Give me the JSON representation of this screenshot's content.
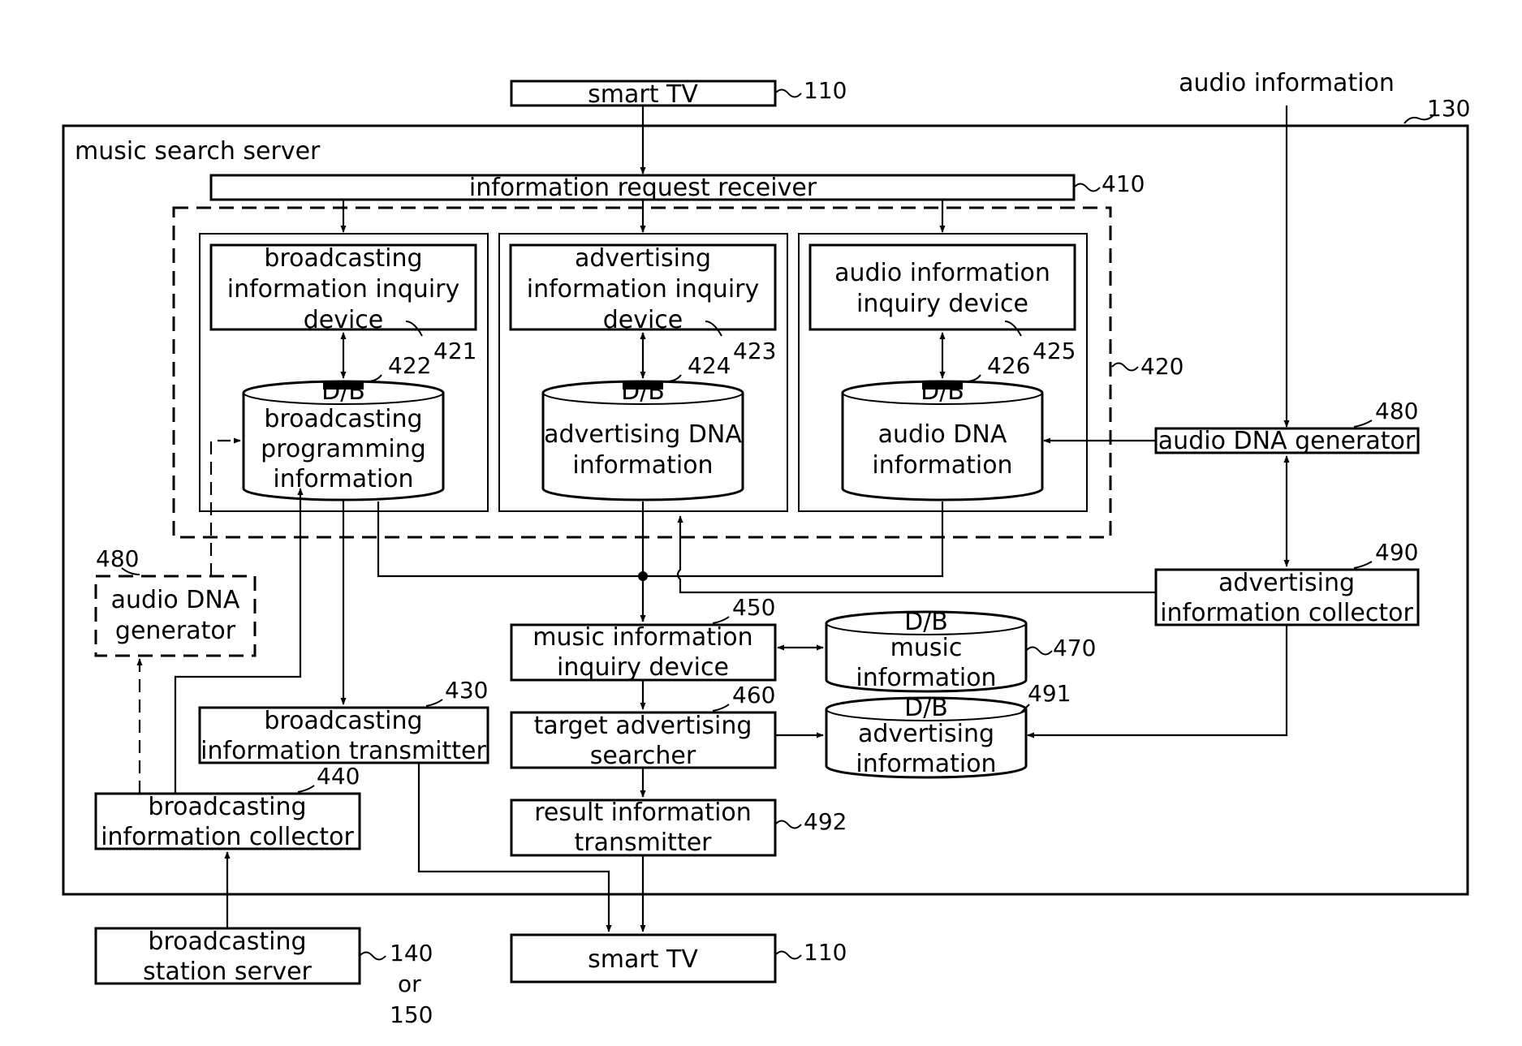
{
  "labels": {
    "server_title": "music search server",
    "audio_information": "audio information",
    "smart_tv_top": "smart TV",
    "smart_tv_bottom": "smart TV",
    "info_request_receiver": "information request receiver",
    "broadcasting_inquiry": [
      "broadcasting",
      "information inquiry",
      "device"
    ],
    "advertising_inquiry": [
      "advertising",
      "information inquiry",
      "device"
    ],
    "audio_inquiry": [
      "audio information",
      "inquiry device"
    ],
    "db_marker": "D/B",
    "db_broadcasting": [
      "broadcasting",
      "programming",
      "information"
    ],
    "db_advertising_dna": [
      "advertising DNA",
      "information"
    ],
    "db_audio_dna": [
      "audio DNA",
      "information"
    ],
    "audio_dna_generator_right": "audio DNA generator",
    "audio_dna_generator_left": [
      "audio DNA",
      "generator"
    ],
    "advertising_collector": [
      "advertising",
      "information collector"
    ],
    "music_inquiry": [
      "music information",
      "inquiry device"
    ],
    "db_music": [
      "music",
      "information"
    ],
    "target_searcher": [
      "target advertising",
      "searcher"
    ],
    "db_advertising": [
      "advertising",
      "information"
    ],
    "result_transmitter": [
      "result information",
      "transmitter"
    ],
    "broadcasting_transmitter": [
      "broadcasting",
      "information transmitter"
    ],
    "broadcasting_collector": [
      "broadcasting",
      "information collector"
    ],
    "station_server": [
      "broadcasting",
      "station server"
    ]
  },
  "refs": {
    "r110_top": "110",
    "r110_bottom": "110",
    "r130": "130",
    "r410": "410",
    "r420": "420",
    "r421": "421",
    "r422": "422",
    "r423": "423",
    "r424": "424",
    "r425": "425",
    "r426": "426",
    "r430": "430",
    "r440": "440",
    "r450": "450",
    "r460": "460",
    "r470": "470",
    "r480_right": "480",
    "r480_left": "480",
    "r490": "490",
    "r491": "491",
    "r492": "492",
    "r140": [
      "140",
      "or",
      "150"
    ]
  }
}
